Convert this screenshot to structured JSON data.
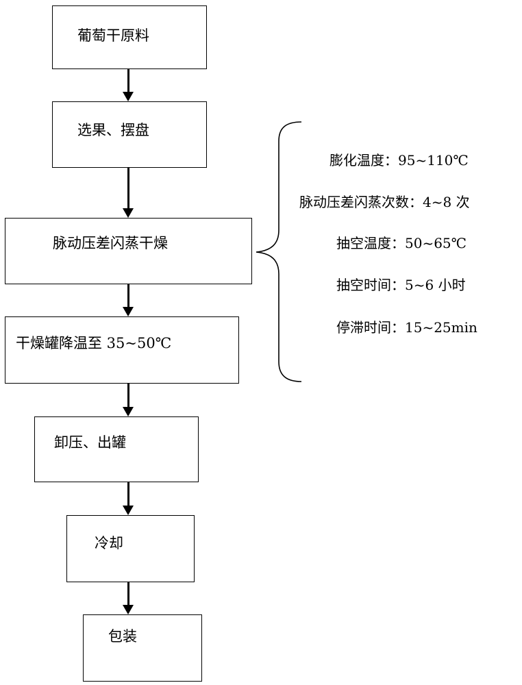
{
  "steps": [
    {
      "label": "葡萄干原料"
    },
    {
      "label": "选果、摆盘"
    },
    {
      "label": "脉动压差闪蒸干燥"
    },
    {
      "label": "干燥罐降温至 35~50℃"
    },
    {
      "label": "卸压、出罐"
    },
    {
      "label": "冷却"
    },
    {
      "label": "包装"
    }
  ],
  "parameters": [
    "膨化温度：95~110℃",
    "脉动压差闪蒸次数：4~8 次",
    "抽空温度：50~65℃",
    "抽空时间：5~6 小时",
    "停滞时间：15~25min"
  ]
}
